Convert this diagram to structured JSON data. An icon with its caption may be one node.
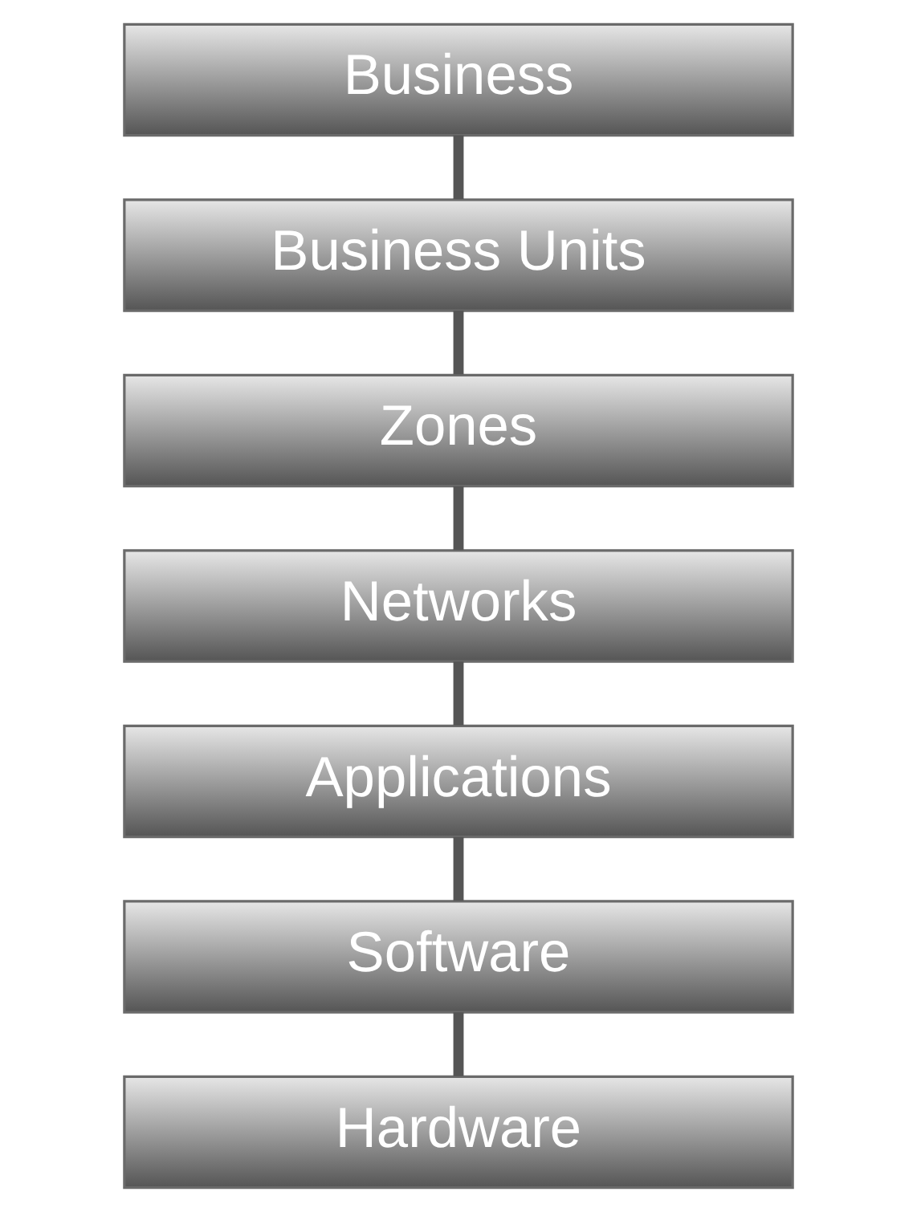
{
  "diagram": {
    "nodes": [
      {
        "text": [
          "Business"
        ]
      },
      {
        "text": [
          "Business Units"
        ]
      },
      {
        "text": [
          "Zones"
        ]
      },
      {
        "text": [
          "Networks"
        ]
      },
      {
        "text": [
          "Applications"
        ]
      },
      {
        "text": [
          "Software"
        ]
      },
      {
        "text": [
          "Hardware"
        ]
      }
    ],
    "edges": [
      {
        "from": 0,
        "to": 1,
        "arrow": "none"
      },
      {
        "from": 1,
        "to": 2,
        "arrow": "none"
      },
      {
        "from": 2,
        "to": 3,
        "arrow": "none"
      },
      {
        "from": 3,
        "to": 4,
        "arrow": "none"
      },
      {
        "from": 4,
        "to": 5,
        "arrow": "none"
      },
      {
        "from": 5,
        "to": 6,
        "arrow": "none"
      }
    ]
  }
}
